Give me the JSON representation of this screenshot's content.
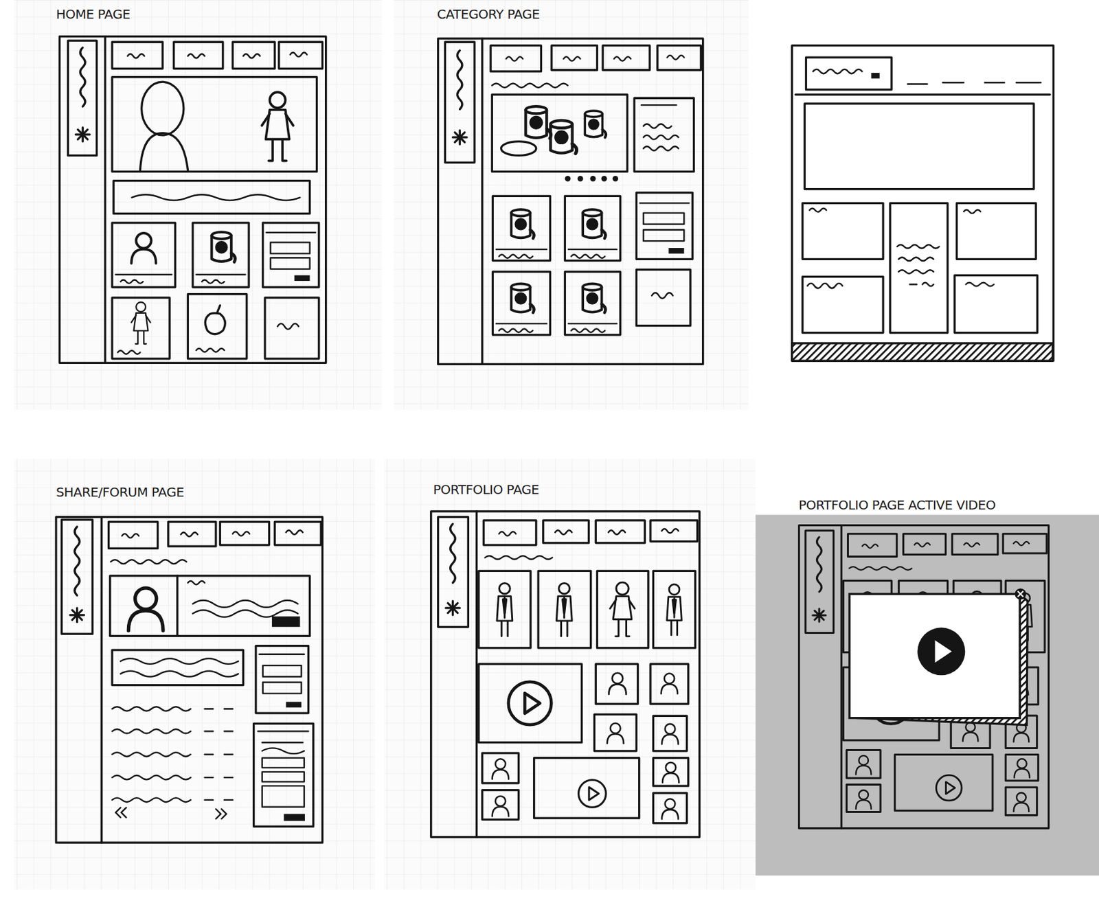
{
  "diagram": {
    "nodes": [
      {
        "text": [
          "HOME PAGE"
        ]
      },
      {
        "text": [
          "CATEGORY PAGE"
        ]
      },
      {
        "text": [
          "SHARE/FORUM PAGE"
        ]
      },
      {
        "text": [
          "PORTFOLIO PAGE"
        ]
      },
      {
        "text": [
          "PORTFOLIO PAGE ACTIVE VIDEO"
        ]
      }
    ]
  }
}
